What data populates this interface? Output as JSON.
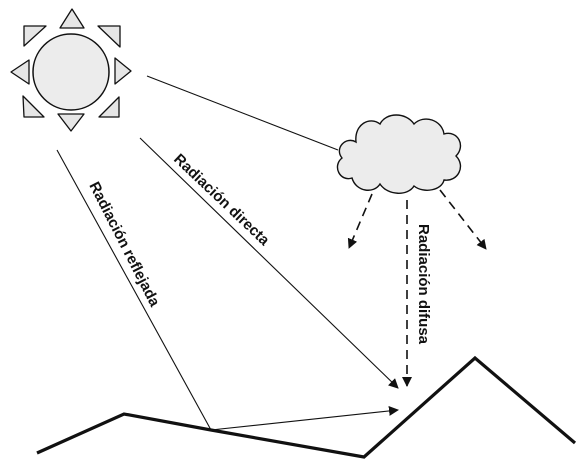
{
  "labels": {
    "reflected": "Radiación reflejada",
    "direct": "Radiación directa",
    "diffuse": "Radiación difusa"
  },
  "colors": {
    "sun_fill": "#ececec",
    "ray_fill": "#e6e6e6",
    "cloud_fill": "#ececec",
    "stroke": "#111111",
    "background": "#ffffff"
  },
  "icons": {
    "sun": "sun-icon",
    "cloud": "cloud-icon"
  }
}
